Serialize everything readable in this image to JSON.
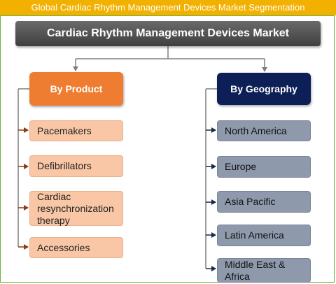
{
  "banner": {
    "title": "Global Cardiac Rhythm Management Devices Market Segmentation"
  },
  "root": {
    "label": "Cardiac Rhythm Management Devices Market"
  },
  "product": {
    "label": "By Product",
    "items": [
      "Pacemakers",
      "Defibrillators",
      "Cardiac resynchronization therapy",
      "Accessories"
    ]
  },
  "geography": {
    "label": "By Geography",
    "items": [
      "North America",
      "Europe",
      "Asia Pacific",
      "Latin America",
      "Middle East & Africa"
    ]
  },
  "colors": {
    "banner": "#f2b100",
    "root": "#4a4a4a",
    "product_header": "#ee7d31",
    "product_items": "#f9c7a5",
    "geography_header": "#0d1f57",
    "geography_items": "#8e9aac",
    "connector": "#7f7f7f",
    "product_arrow": "#8b3a1a",
    "geography_arrow": "#1a2a4a"
  }
}
